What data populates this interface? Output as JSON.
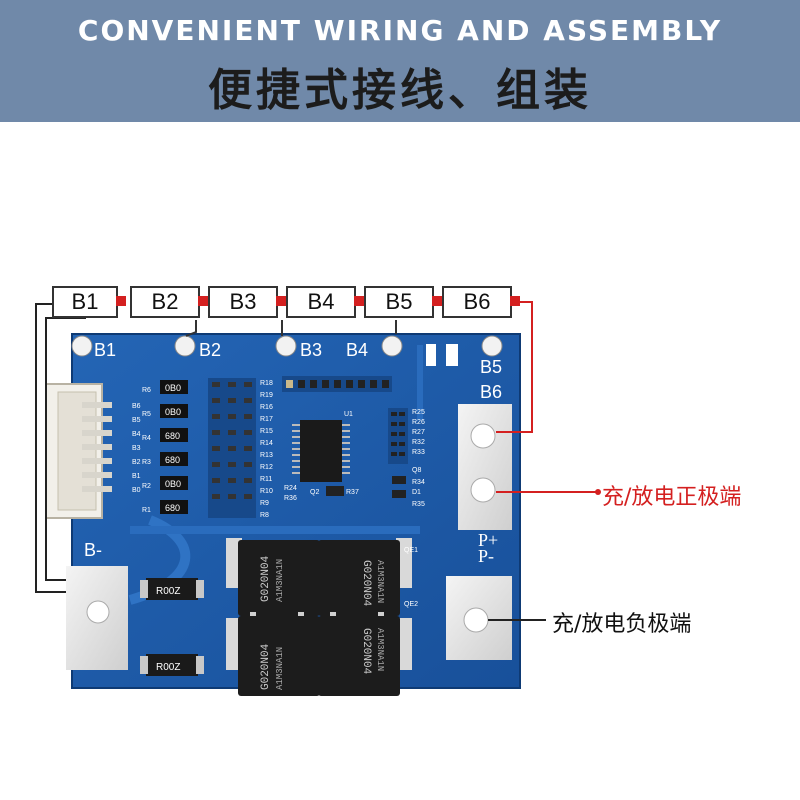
{
  "banner": {
    "title_en": "CONVENIENT WIRING AND ASSEMBLY",
    "title_zh": "便捷式接线、组装"
  },
  "labels": {
    "balance_leads": [
      "B1",
      "B2",
      "B3",
      "B4",
      "B5",
      "B6"
    ],
    "pcb_silk_pads": [
      "B1",
      "B2",
      "B3",
      "B4",
      "B5",
      "B6"
    ],
    "pcb_b_minus": "B-",
    "pcb_p_plus": "P+",
    "pcb_p_minus": "P-",
    "positive_terminal": "充/放电正极端",
    "negative_terminal": "充/放电负极端"
  },
  "pcb": {
    "connector_pins": [
      "B6",
      "B5",
      "B4",
      "B3",
      "B2",
      "B1",
      "B0"
    ],
    "resistor_rows": [
      {
        "ref": "R6",
        "value": "0B0"
      },
      {
        "ref": "R5",
        "value": "0B0"
      },
      {
        "ref": "R4",
        "value": "680"
      },
      {
        "ref": "R3",
        "value": "680"
      },
      {
        "ref": "R2",
        "value": "0B0"
      },
      {
        "ref": "R1",
        "value": "680"
      }
    ],
    "right_resistors": [
      "R18",
      "R19",
      "R16",
      "R17",
      "R15",
      "R14",
      "R13",
      "R12",
      "R11",
      "R10",
      "R9",
      "R8"
    ],
    "ic_labels": [
      "U1",
      "R25",
      "R26",
      "R27",
      "R32",
      "R33",
      "Q8",
      "R34",
      "D1",
      "R35",
      "R24",
      "R36",
      "Q2",
      "R37"
    ],
    "shunts": [
      "R00Z",
      "R00Z"
    ],
    "mosfets": [
      {
        "line1": "G020N04",
        "line2": "A1M3NA1N"
      },
      {
        "line1": "G020N04",
        "line2": "A1M3NA1N"
      },
      {
        "line1": "G020N04",
        "line2": "A1M3NA1N"
      },
      {
        "line1": "G020N04",
        "line2": "A1M3NA1N"
      }
    ],
    "fet_labels": [
      "QE1",
      "QE2"
    ]
  },
  "colors": {
    "banner_bg": "#7089a9",
    "pcb_blue": "#1d58a6",
    "pcb_blue_dark": "#123f80",
    "wire_red": "#d42020",
    "wire_black": "#222222",
    "pad_silver": "#e8e8e8",
    "connector_white": "#f2f0ea"
  }
}
